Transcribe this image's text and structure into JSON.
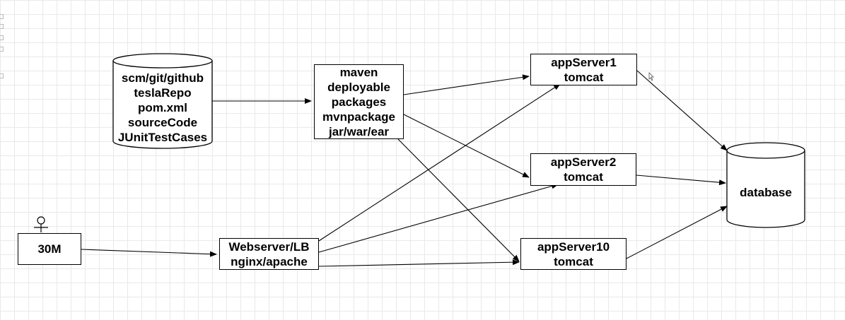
{
  "diagram": {
    "source_cylinder": {
      "lines": [
        "scm/git/github",
        "teslaRepo",
        "pom.xml",
        "sourceCode",
        "JUnitTestCases"
      ]
    },
    "maven_box": {
      "lines": [
        "maven",
        "deployable",
        "packages",
        "mvnpackage",
        "jar/war/ear"
      ]
    },
    "app_servers": [
      {
        "name": "appServer1",
        "runtime": "tomcat"
      },
      {
        "name": "appServer2",
        "runtime": "tomcat"
      },
      {
        "name": "appServer10",
        "runtime": "tomcat"
      }
    ],
    "database": {
      "label": "database"
    },
    "users_box": {
      "label": "30M"
    },
    "webserver_box": {
      "lines": [
        "Webserver/LB",
        "nginx/apache"
      ]
    }
  }
}
